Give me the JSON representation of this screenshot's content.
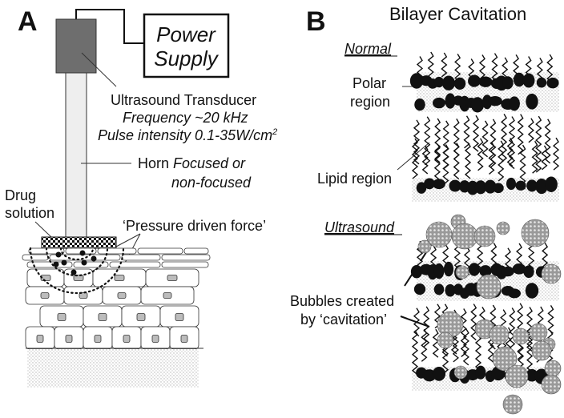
{
  "panel_a": {
    "letter": "A",
    "power_supply": [
      "Power",
      "Supply"
    ],
    "transducer_label": "Ultrasound Transducer",
    "frequency_label": "Frequency ~20 kHz",
    "intensity_label": "Pulse intensity 0.1-35W/cm",
    "intensity_superscript": "2",
    "horn_label": "Horn",
    "horn_type": [
      "Focused or",
      "non-focused"
    ],
    "drug_label": [
      "Drug",
      "solution"
    ],
    "pressure_label": "‘Pressure driven force’"
  },
  "panel_b": {
    "letter": "B",
    "title": "Bilayer Cavitation",
    "normal_label": "Normal",
    "polar_label": [
      "Polar",
      "region"
    ],
    "lipid_label": "Lipid region",
    "ultrasound_label": "Ultrasound",
    "bubbles_label": [
      "Bubbles created",
      "by ‘cavitation’"
    ]
  },
  "colors": {
    "transducer": "#6e6e6e",
    "horn": "#eeeeee",
    "ink": "#111111",
    "stipple": "#bdbdbd",
    "nucleus": "#bcbcbc",
    "bubble": "#8a8a8a"
  }
}
